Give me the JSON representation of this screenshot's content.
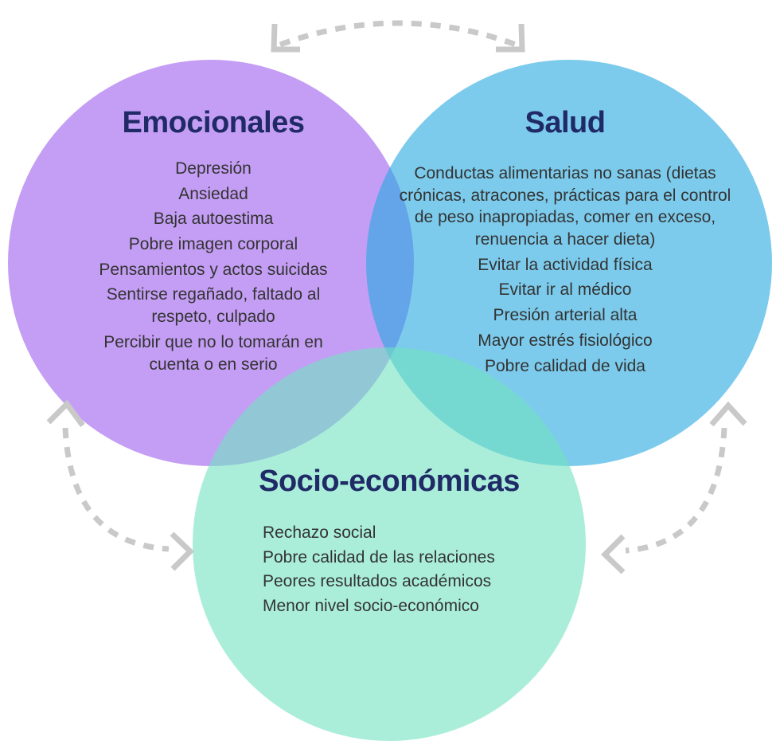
{
  "venn": {
    "circles": [
      {
        "title": "Emocionales",
        "fill": "#c49ef4",
        "base_color": "#9d5ded",
        "items": [
          "Depresión",
          "Ansiedad",
          "Baja autoestima",
          "Pobre imagen corporal",
          "Pensamientos y actos suicidas",
          "Sentirse regañado, faltado al respeto, culpado",
          "Percibir que no lo tomarán en cuenta o en serio"
        ]
      },
      {
        "title": "Salud",
        "fill": "#7ccbec",
        "base_color": "#25a8df",
        "items": [
          "Conductas alimentarias no sanas (dietas crónicas, atracones, prácticas para el control de peso inapropiadas, comer en exceso, renuencia a hacer dieta)",
          "Evitar la actividad física",
          "Evitar ir al médico",
          "Presión arterial alta",
          "Mayor estrés fisiológico",
          "Pobre calidad de vida"
        ]
      },
      {
        "title": "Socio-económicas",
        "fill": "#aaeeda",
        "base_color": "#71e3c1",
        "items": [
          "Rechazo social",
          "Pobre calidad de las relaciones",
          "Peores resultados académicos",
          "Menor nivel socio-económico"
        ]
      }
    ],
    "overlap_colors": {
      "emocionales_salud": "#64a2ea",
      "emocionales_socio": "#94c6d9",
      "salud_socio": "#76d8d4"
    },
    "styles": {
      "heading_color": "#1f2a66",
      "body_color": "#333333",
      "arrow_color": "#c9c9c9",
      "background": "#ffffff"
    }
  }
}
